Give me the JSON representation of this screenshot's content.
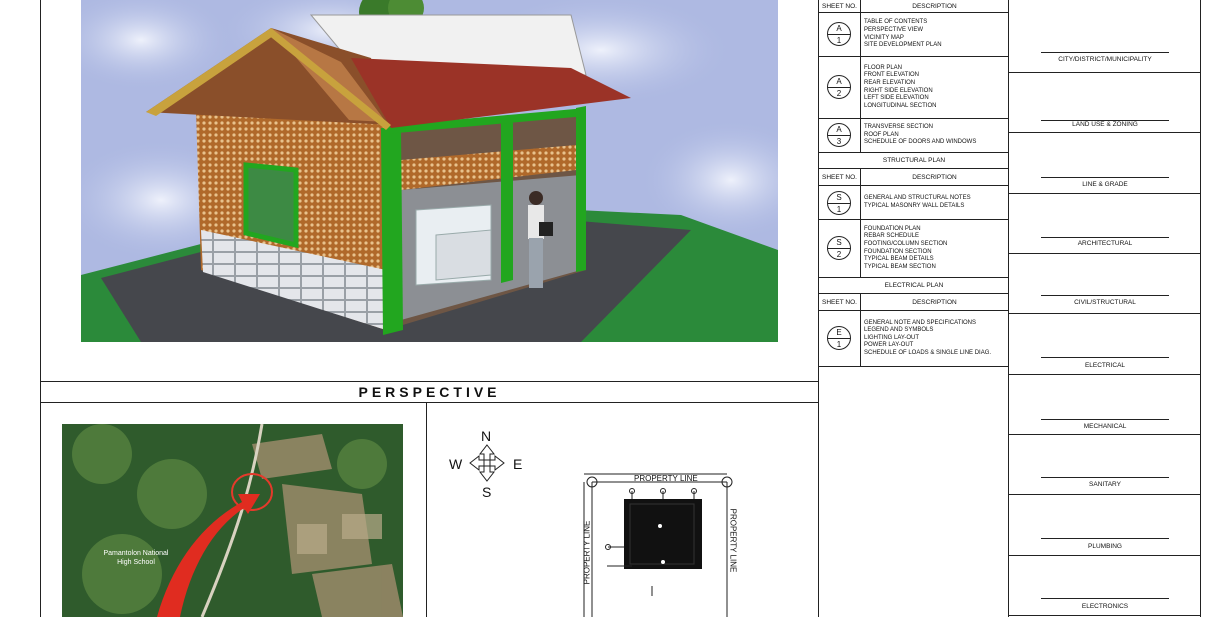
{
  "perspective_title": "PERSPECTIVE",
  "vicinity_label": "Pamantolon National High School",
  "compass": {
    "n": "N",
    "s": "S",
    "e": "E",
    "w": "W"
  },
  "site_plan": {
    "top_label": "PROPERTY LINE",
    "left_label": "PROPERTY LINE",
    "right_label": "PROPERTY LINE"
  },
  "index": {
    "header_no": "SHEET NO.",
    "header_desc": "DESCRIPTION",
    "structural_title": "STRUCTURAL PLAN",
    "electrical_title": "ELECTRICAL PLAN",
    "sheets": [
      {
        "letter": "A",
        "num": "1",
        "items": [
          "TABLE OF CONTENTS",
          "PERSPECTIVE VIEW",
          "VICINITY MAP",
          "SITE DEVELOPMENT PLAN"
        ]
      },
      {
        "letter": "A",
        "num": "2",
        "items": [
          "FLOOR PLAN",
          "FRONT ELEVATION",
          "REAR ELEVATION",
          "RIGHT SIDE ELEVATION",
          "LEFT SIDE ELEVATION",
          "LONGITUDINAL SECTION"
        ]
      },
      {
        "letter": "A",
        "num": "3",
        "items": [
          "TRANSVERSE SECTION",
          "ROOF PLAN",
          "SCHEDULE OF DOORS AND WINDOWS"
        ]
      },
      {
        "letter": "S",
        "num": "1",
        "items": [
          "GENERAL AND STRUCTURAL NOTES",
          "TYPICAL MASONRY WALL DETAILS"
        ]
      },
      {
        "letter": "S",
        "num": "2",
        "items": [
          "FOUNDATION PLAN",
          "REBAR SCHEDULE",
          "FOOTING/COLUMN SECTION",
          "FOUNDATION SECTION",
          "TYPICAL BEAM DETAILS",
          "TYPICAL BEAM SECTION"
        ]
      },
      {
        "letter": "E",
        "num": "1",
        "items": [
          "GENERAL NOTE AND SPECIFICATIONS",
          "LEGEND AND SYMBOLS",
          "LIGHTING LAY-OUT",
          "POWER LAY-OUT",
          "SCHEDULE OF LOADS & SINGLE LINE DIAG."
        ]
      }
    ]
  },
  "signatories": [
    "CITY/DISTRICT/MUNICIPALITY",
    "LAND USE & ZONING",
    "LINE & GRADE",
    "ARCHITECTURAL",
    "CIVIL/STRUCTURAL",
    "ELECTRICAL",
    "MECHANICAL",
    "SANITARY",
    "PLUMBING",
    "ELECTRONICS"
  ],
  "colors": {
    "roof": "#9b3327",
    "frame_green": "#22a61f",
    "weave": "#b5702c",
    "sky": "#b9c3e8"
  }
}
